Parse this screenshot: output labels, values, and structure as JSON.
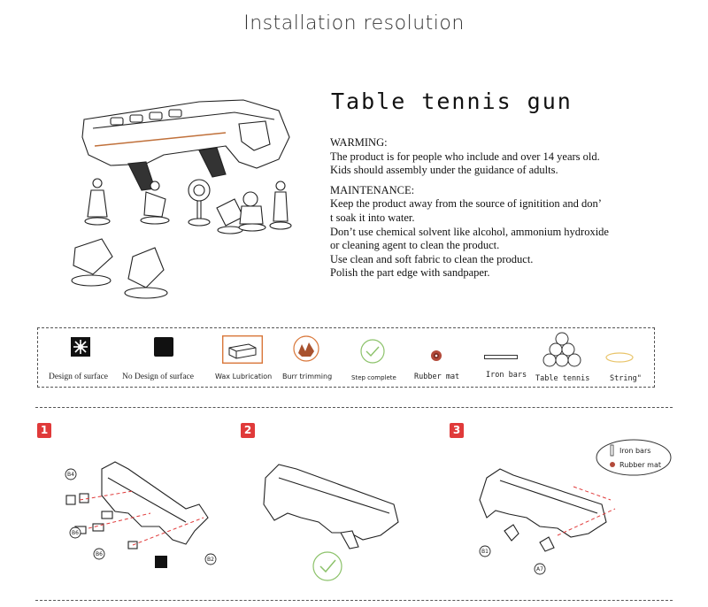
{
  "page": {
    "title": "Installation resolution"
  },
  "product": {
    "title": "Table tennis gun",
    "warning_heading": "WARMING:",
    "warning_lines": [
      "The product is for people who include and over 14 years old.",
      "Kids should assembly under the guidance of adults."
    ],
    "maintenance_heading": "MAINTENANCE:",
    "maintenance_lines": [
      "Keep the product away from the source of ignitition and don’",
      "t soak it into water.",
      "Don’t use chemical solvent like alcohol, ammonium hydroxide",
      "or cleaning agent to clean the product.",
      "Use clean and soft fabric to clean the product.",
      "Polish the part edge with sandpaper."
    ]
  },
  "legend": {
    "design_surface": "Design of surface",
    "no_design_surface": "No Design of surface",
    "wax_lubrication": "Wax Lubrication",
    "burr_trimming": "Burr trimming",
    "step_complete": "Step complete",
    "rubber_mat": "Rubber mat",
    "iron_bars": "Iron bars",
    "table_tennis": "Table tennis",
    "string": "String\""
  },
  "steps": [
    {
      "number": "1",
      "labels": [
        "B4",
        "B6",
        "B6",
        "B2"
      ]
    },
    {
      "number": "2"
    },
    {
      "number": "3",
      "labels": [
        "B1",
        "A7"
      ],
      "callout_iron": "Iron bars",
      "callout_rubber": "Rubber mat"
    }
  ],
  "colors": {
    "accent_red": "#e03a3a",
    "check_green": "#8cc26a",
    "wax_orange": "#d9773a",
    "rubber_red": "#b34a3a",
    "string_yellow": "#e9c46a"
  }
}
